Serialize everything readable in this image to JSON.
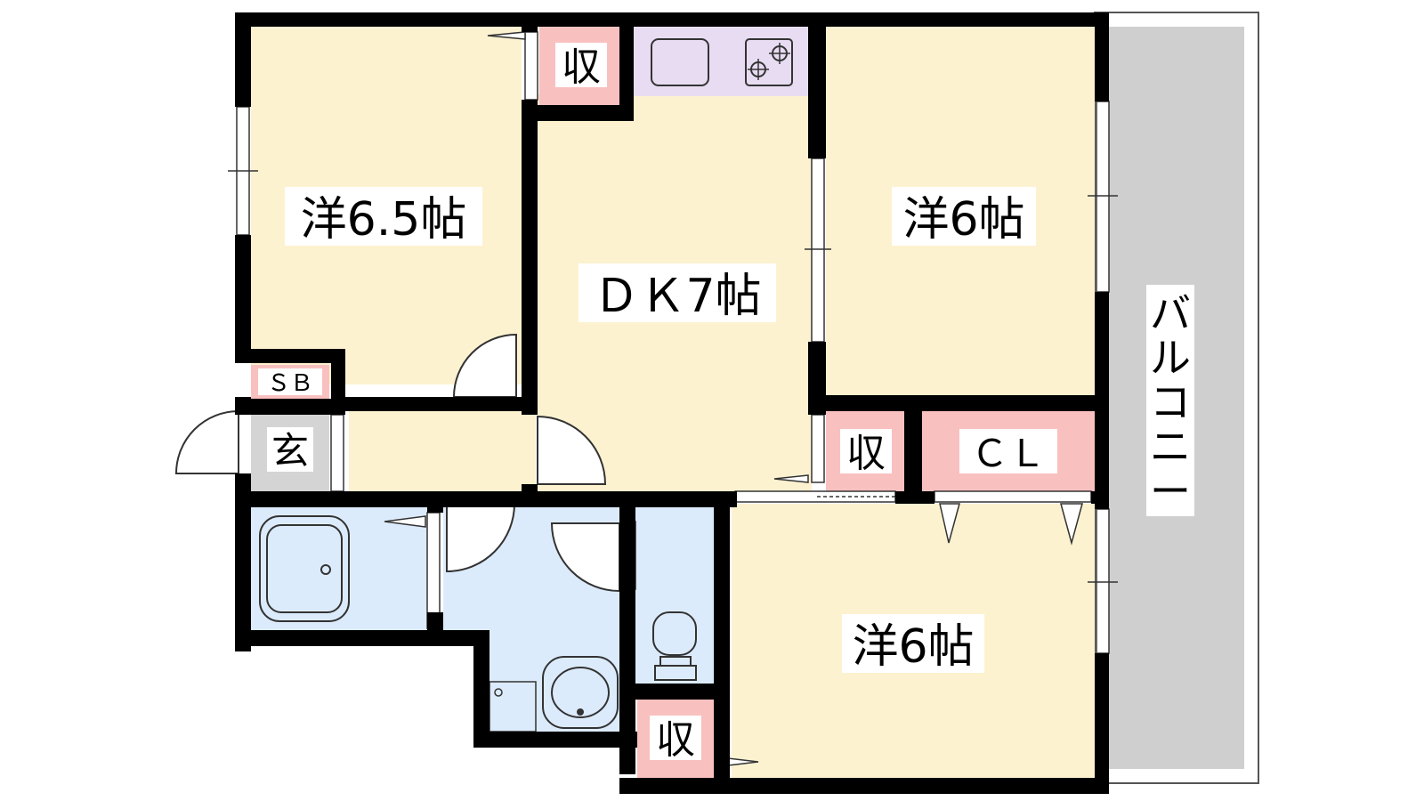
{
  "floorplan": {
    "rooms": {
      "western_left": "洋6.5帖",
      "dk": "ＤＫ7帖",
      "western_right_top": "洋6帖",
      "western_right_bottom": "洋6帖"
    },
    "storage": {
      "storage_top": "収",
      "storage_mid": "収",
      "storage_bottom": "収",
      "closet": "ＣＬ",
      "shoe_box": "ＳＢ",
      "entrance": "玄"
    },
    "balcony": [
      "バ",
      "ル",
      "コ",
      "ニ",
      "ー"
    ],
    "colors": {
      "room": "#fdf2d0",
      "wet_area": "#dcebfb",
      "storage": "#f9c0c0",
      "kitchen": "#e8dcf2",
      "entrance": "#d4d4d4",
      "balcony": "#cfcfcf",
      "wall": "#000000"
    }
  }
}
